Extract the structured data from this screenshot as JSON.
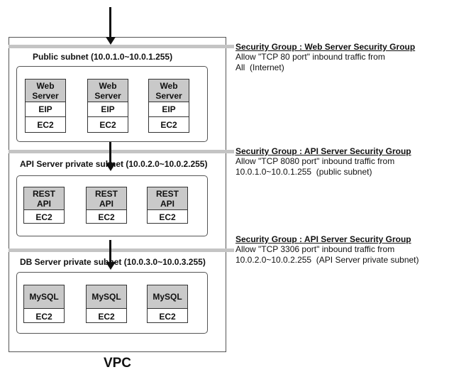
{
  "vpc_label": "VPC",
  "subnets": [
    {
      "title": "Public subnet (10.0.1.0~10.0.1.255)",
      "servers": [
        {
          "top": "Web\nServer",
          "mid": "EIP",
          "bottom": "EC2"
        },
        {
          "top": "Web\nServer",
          "mid": "EIP",
          "bottom": "EC2"
        },
        {
          "top": "Web\nServer",
          "mid": "EIP",
          "bottom": "EC2"
        }
      ]
    },
    {
      "title": "API Server private subnet (10.0.2.0~10.0.2.255)",
      "servers": [
        {
          "top": "REST\nAPI",
          "bottom": "EC2"
        },
        {
          "top": "REST\nAPI",
          "bottom": "EC2"
        },
        {
          "top": "REST\nAPI",
          "bottom": "EC2"
        }
      ]
    },
    {
      "title": "DB Server private subnet (10.0.3.0~10.0.3.255)",
      "servers": [
        {
          "top": "MySQL",
          "bottom": "EC2"
        },
        {
          "top": "MySQL",
          "bottom": "EC2"
        },
        {
          "top": "MySQL",
          "bottom": "EC2"
        }
      ]
    }
  ],
  "security_groups": [
    {
      "title": "Security Group : Web Server Security Group",
      "desc_line1": "Allow \"TCP 80 port\" inbound traffic from",
      "desc_line2": "All  (Internet)"
    },
    {
      "title": "Security Group : API Server Security Group",
      "desc_line1": "Allow \"TCP 8080 port\" inbound traffic from",
      "desc_line2": "10.0.1.0~10.0.1.255  (public subnet)"
    },
    {
      "title": "Security Group : API Server Security Group",
      "desc_line1": "Allow \"TCP 3306 port\" inbound traffic from",
      "desc_line2": "10.0.2.0~10.0.2.255  (API Server private subnet)"
    }
  ]
}
